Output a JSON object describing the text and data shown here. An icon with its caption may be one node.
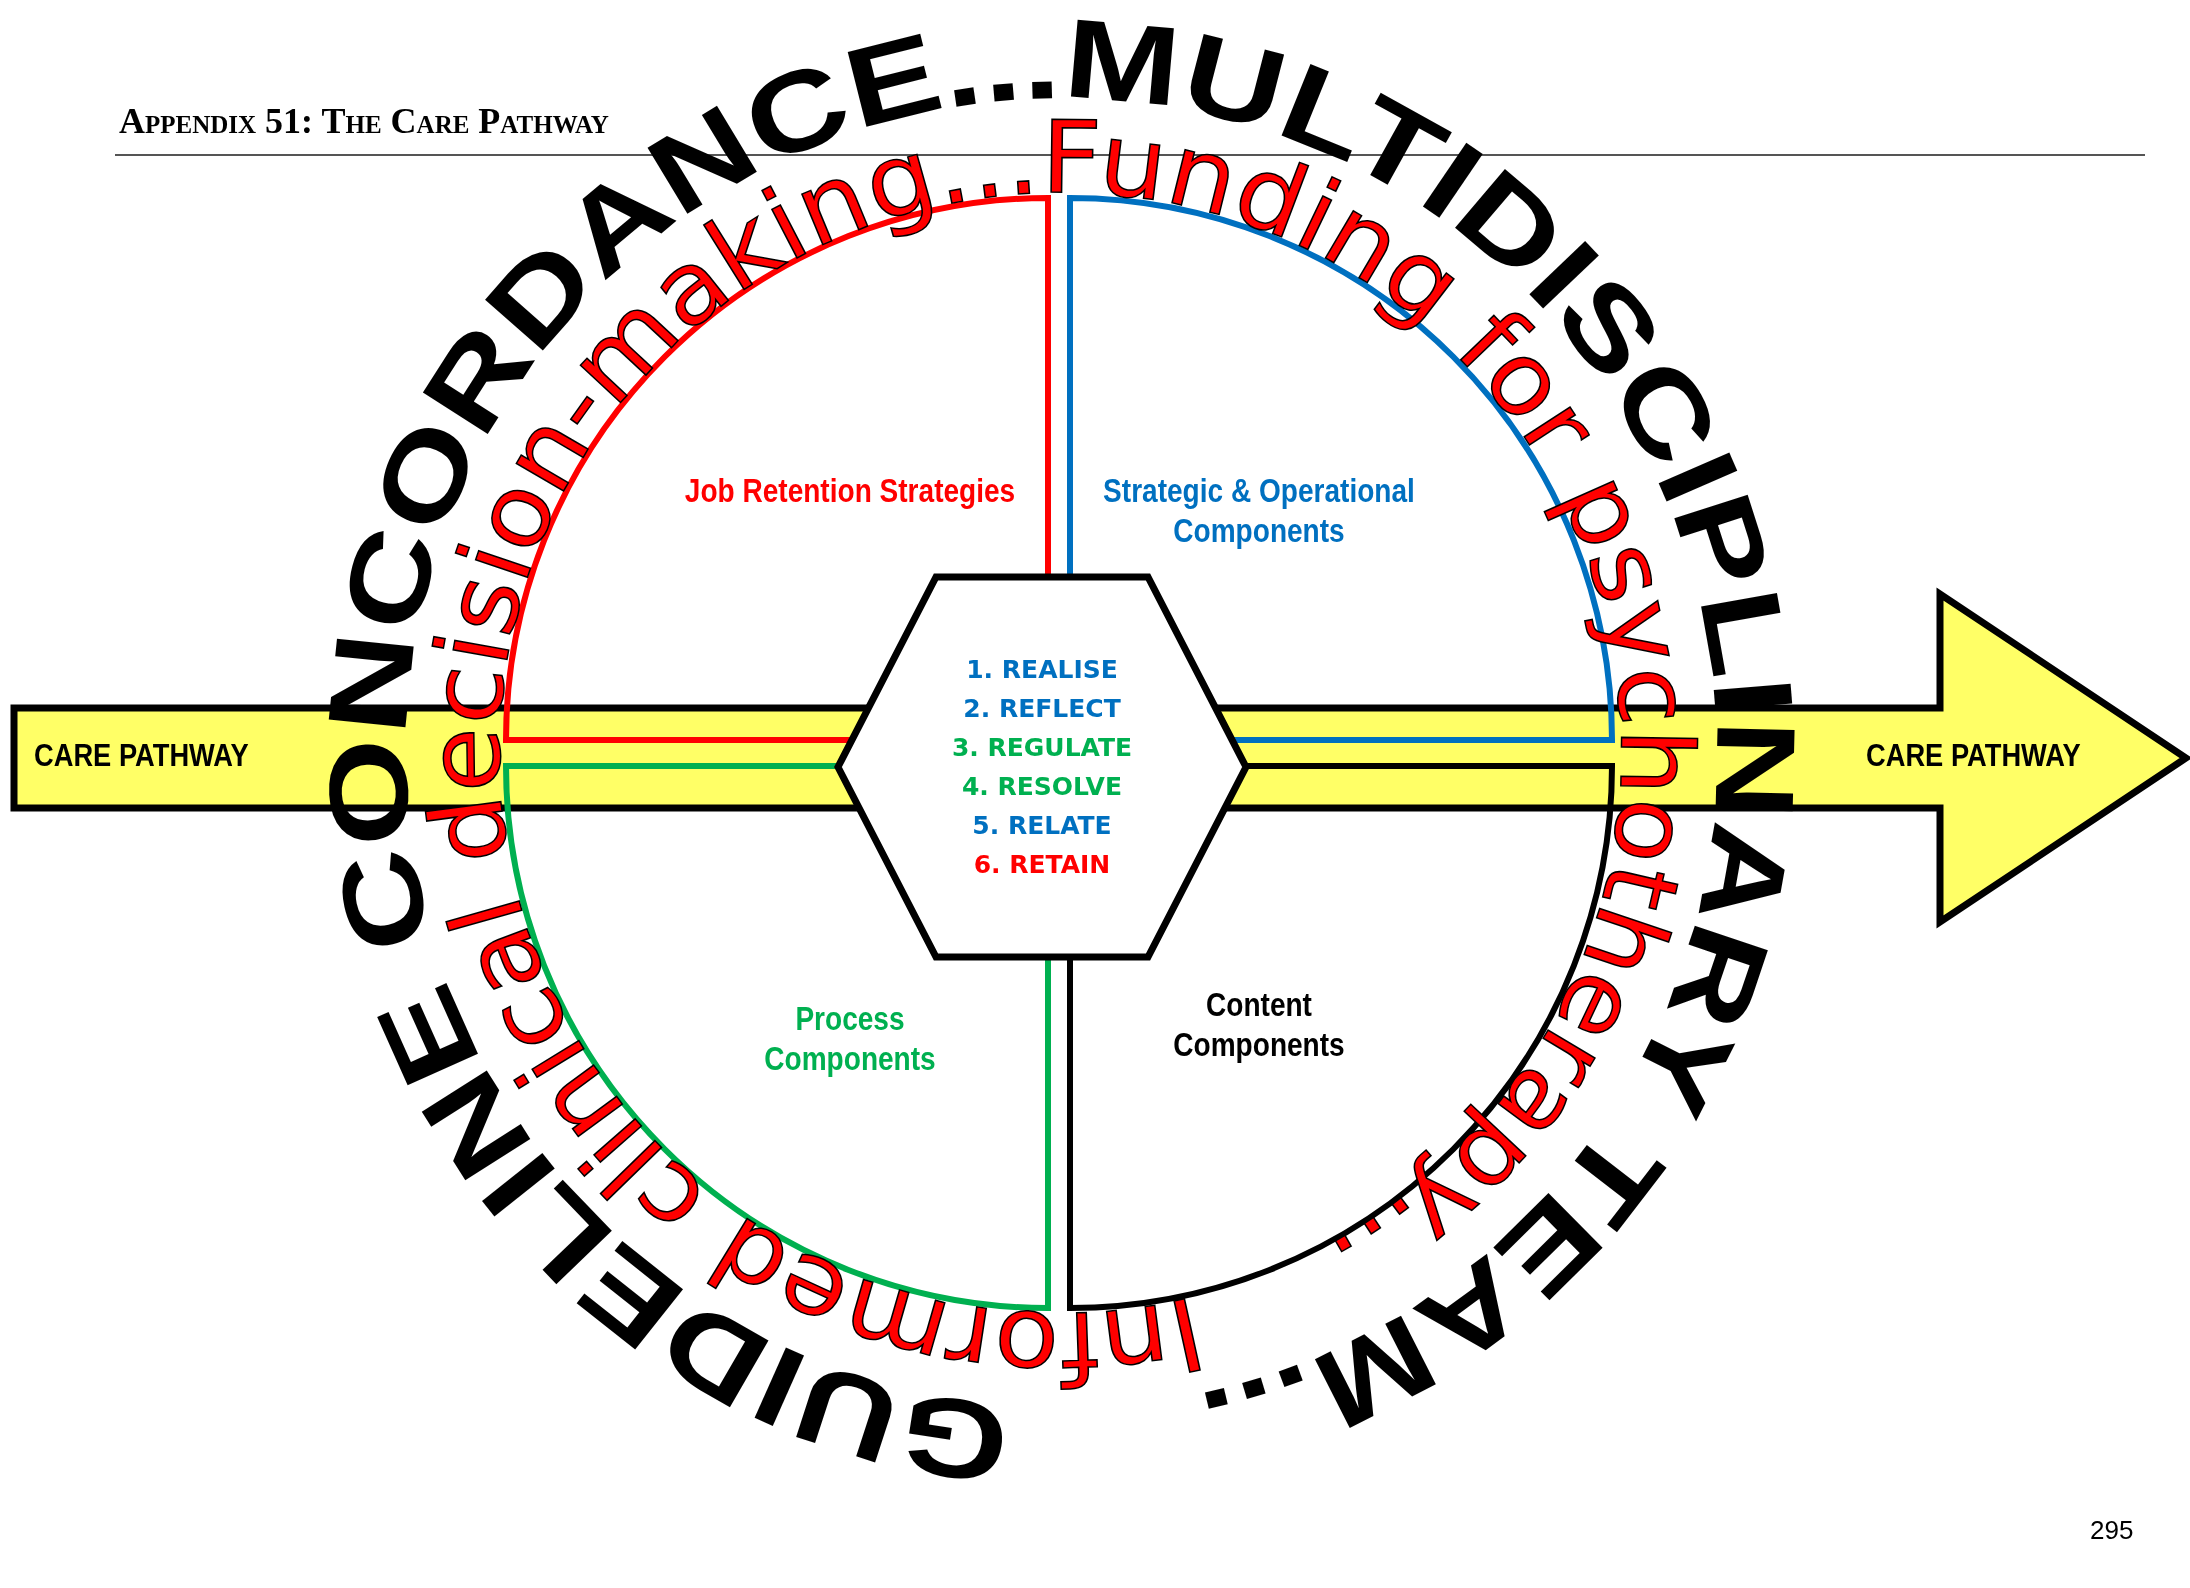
{
  "diagram": {
    "title": "Appendix 51: The Care Pathway",
    "nodes": [
      {
        "text": [
          "CARE PATHWAY",
          "CARE PATHWAY"
        ]
      },
      {
        "text": [
          "Job Retention Strategies"
        ]
      },
      {
        "text": [
          "Strategic & Operational Components"
        ]
      },
      {
        "text": [
          "1. REALISE",
          "2. REFLECT",
          "3. REGULATE",
          "4. RESOLVE",
          "5. RELATE",
          "6. RETAIN"
        ]
      },
      {
        "text": [
          "Process Components"
        ]
      },
      {
        "text": [
          "Content Components"
        ]
      }
    ],
    "edges": [],
    "labels": [
      "GUIDELINE CONCORDANCE...MULTIDISCIPLINARY TEAM...",
      "Informed clinical decision-making...Funding for psychotherapy...",
      "295"
    ]
  }
}
